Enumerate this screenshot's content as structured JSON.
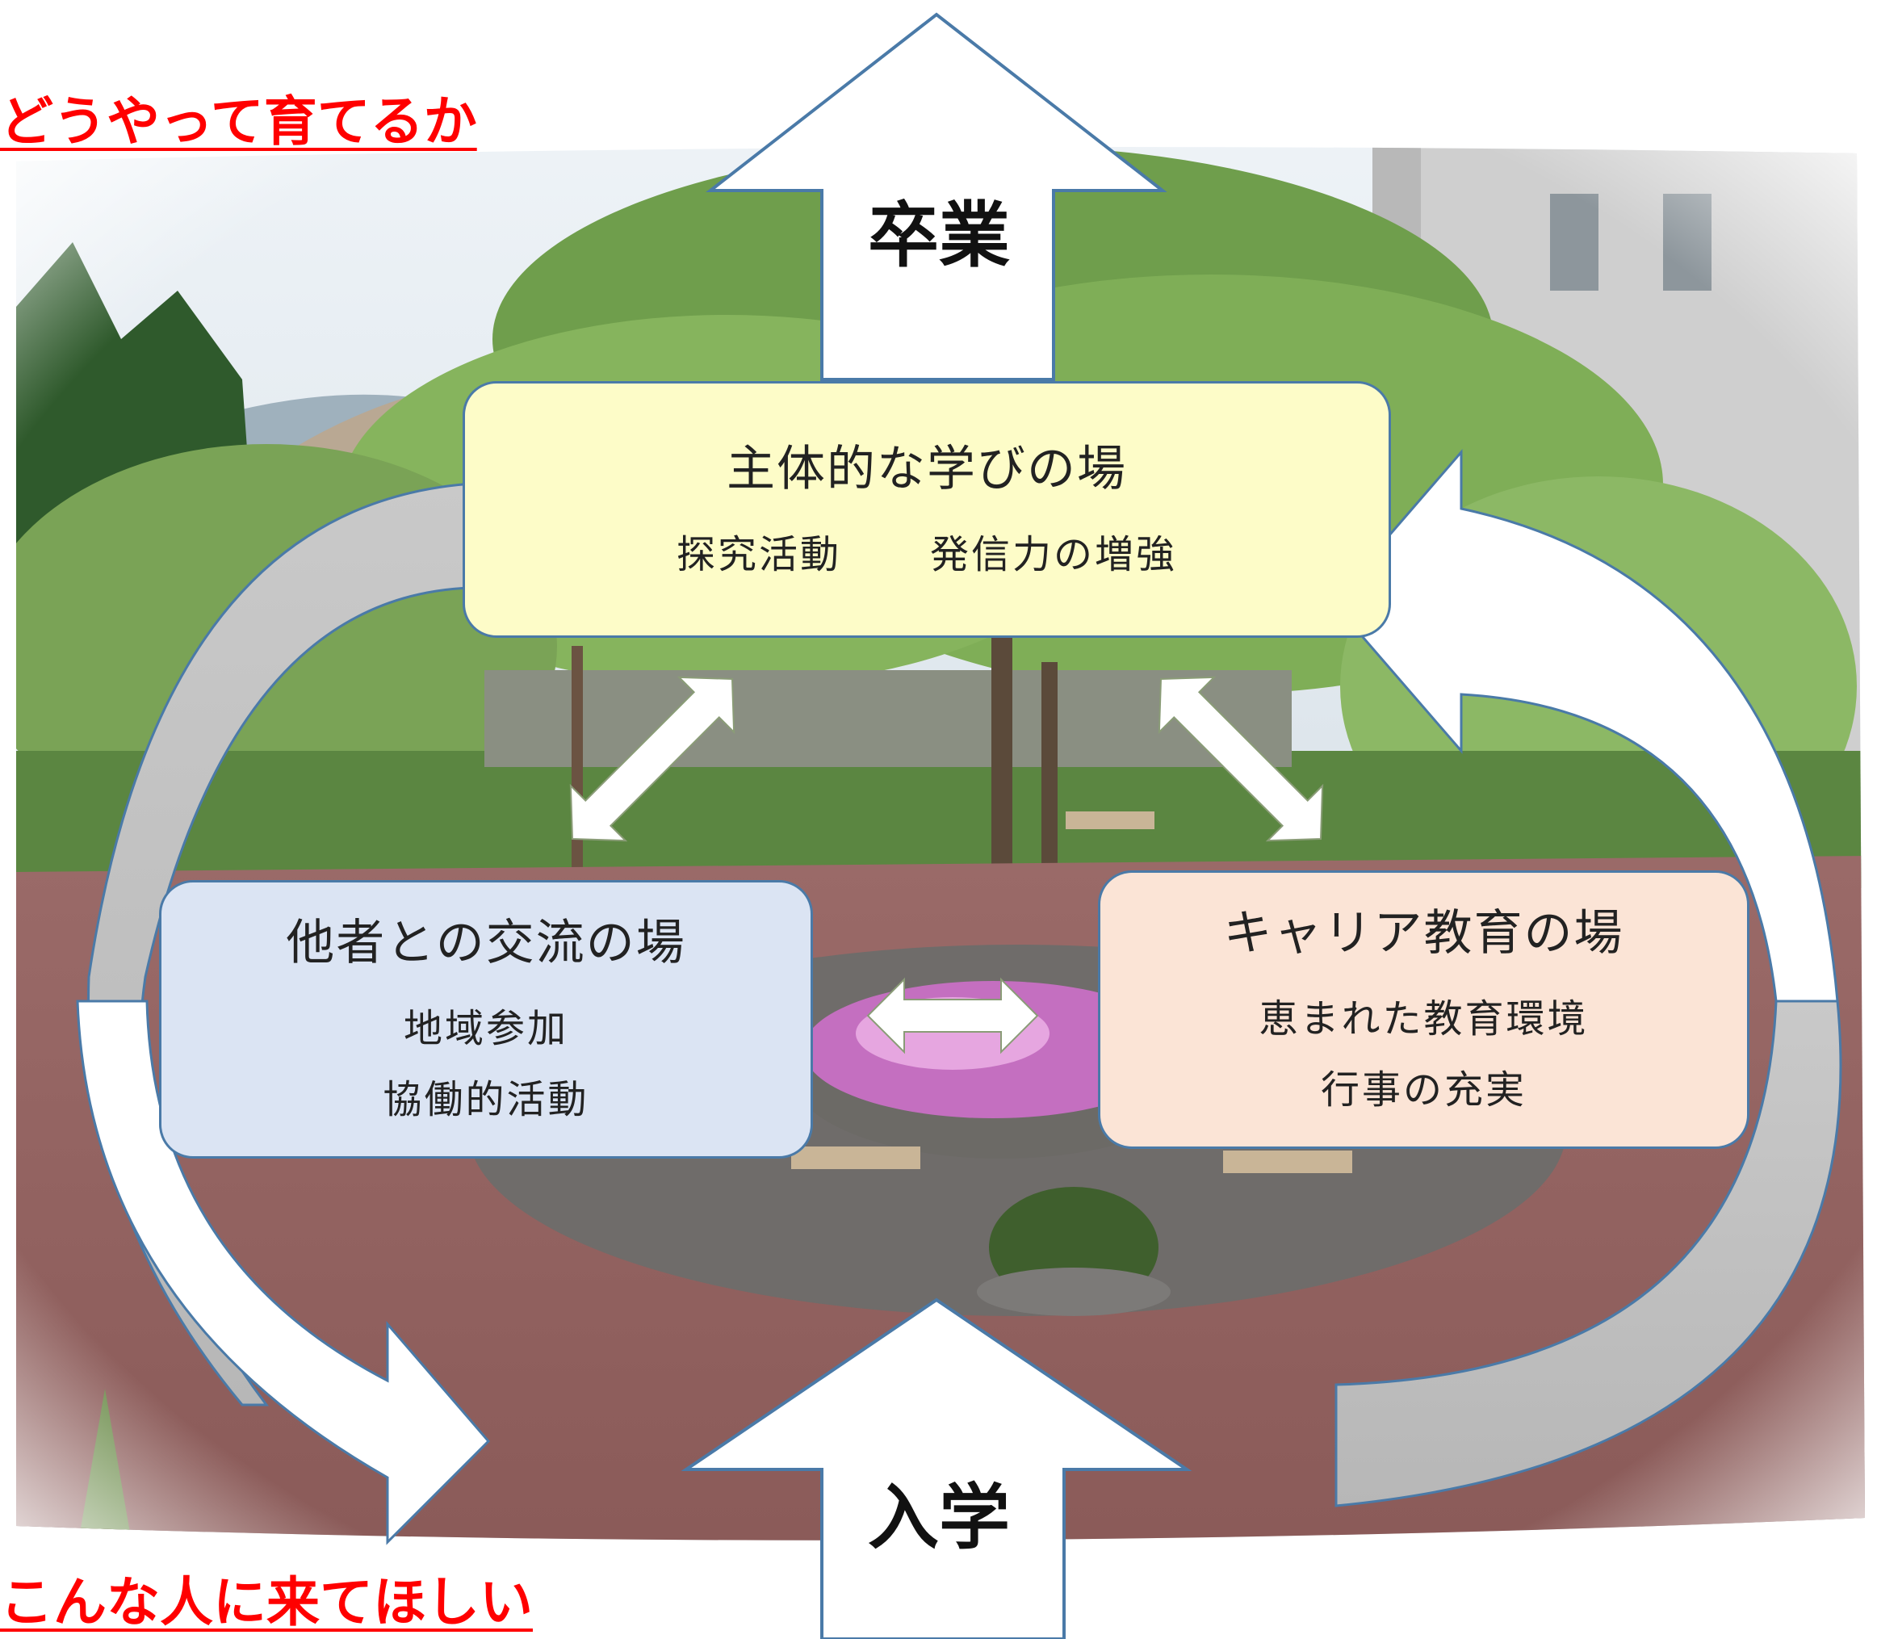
{
  "headings": {
    "how_to_nurture": "どうやって育てるか",
    "wanted_students": "こんな人に来てほしい"
  },
  "arrows": {
    "graduation": "卒業",
    "admission": "入学"
  },
  "boxes": {
    "proactive_learning": {
      "title": "主体的な学びの場",
      "items": [
        "探究活動",
        "発信力の増強"
      ],
      "color": "#fdfcc8"
    },
    "interaction": {
      "title": "他者との交流の場",
      "items": [
        "地域参加",
        "協働的活動"
      ],
      "color": "#dbe4f3"
    },
    "career_education": {
      "title": "キャリア教育の場",
      "items": [
        "恵まれた教育環境",
        "行事の充実"
      ],
      "color": "#fbe4d6"
    }
  },
  "colors": {
    "heading": "#ff0000",
    "outline": "#4a7aa8",
    "connector": "#ffffff"
  }
}
